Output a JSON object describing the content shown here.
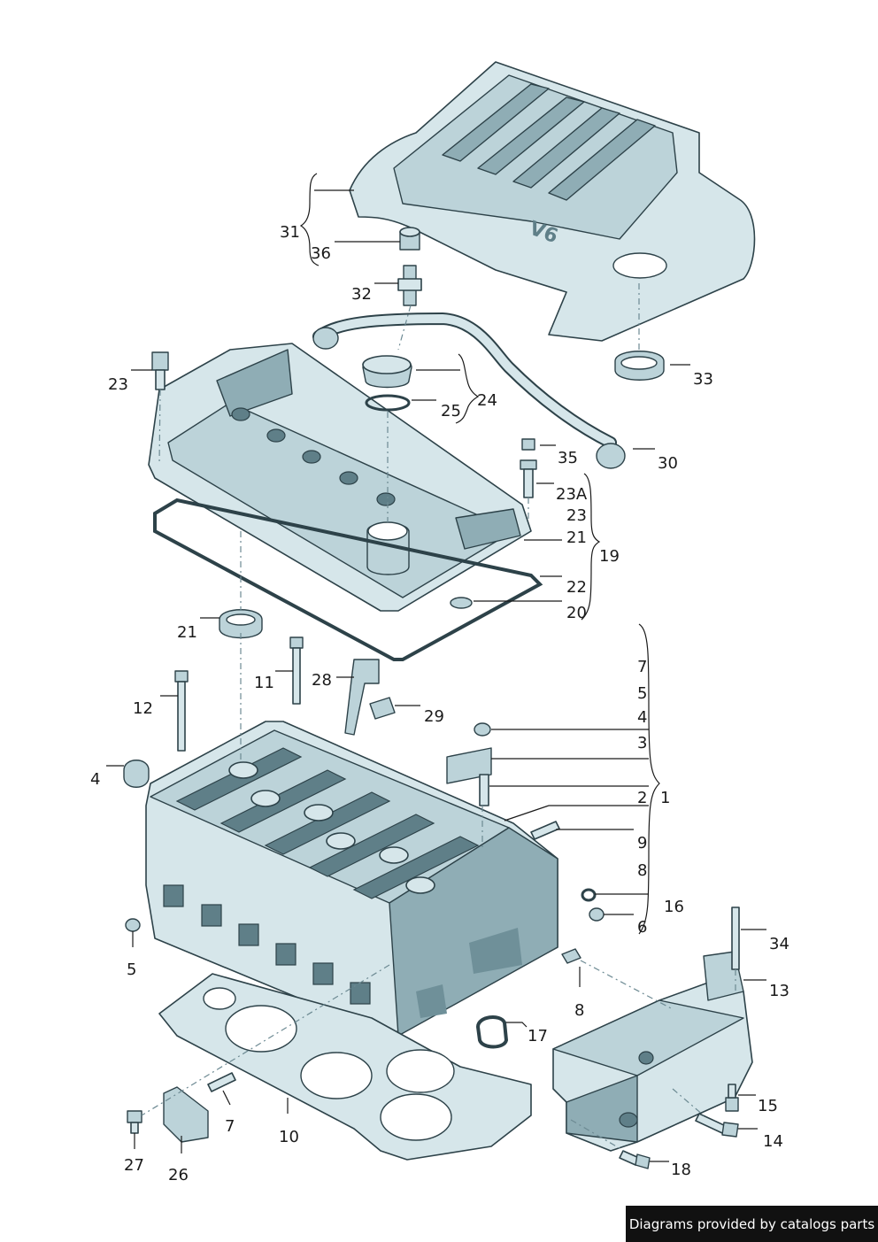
{
  "credit": "Diagrams provided by catalogs parts",
  "cover_badge": "V6",
  "callouts": [
    "31",
    "36",
    "32",
    "33",
    "23",
    "24",
    "25",
    "30",
    "35",
    "23A",
    "23",
    "21",
    "19",
    "22",
    "20",
    "21",
    "7",
    "5",
    "4",
    "3",
    "2",
    "1",
    "9",
    "8",
    "16",
    "6",
    "11",
    "12",
    "28",
    "29",
    "4",
    "5",
    "8",
    "17",
    "34",
    "13",
    "15",
    "14",
    "18",
    "7",
    "10",
    "27",
    "26"
  ],
  "colors": {
    "part_fill": "#d6e6ea",
    "part_shade": "#8fadb5",
    "outline": "#2d4249",
    "ink": "#1a1a1a"
  }
}
